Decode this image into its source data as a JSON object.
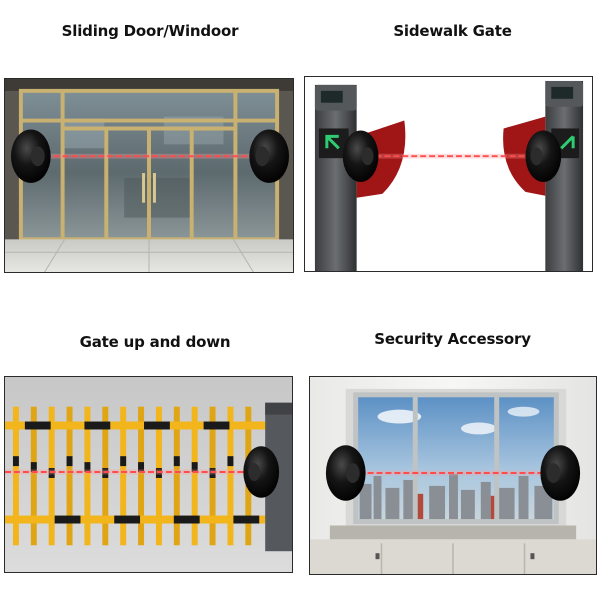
{
  "captions": {
    "sliding_door": "Sliding Door/Windoor",
    "sidewalk_gate": "Sidewalk Gate",
    "gate_up_down": "Gate up and down",
    "security_accessory": "Security Accessory"
  },
  "colors": {
    "beam": "#ff2a2a",
    "sensor": "#121212",
    "barrier_yellow": "#f2b51b",
    "turnstile_wing": "#a01515"
  },
  "icons": [
    "photoelectric-beam-sensor",
    "turnstile-arrow"
  ]
}
